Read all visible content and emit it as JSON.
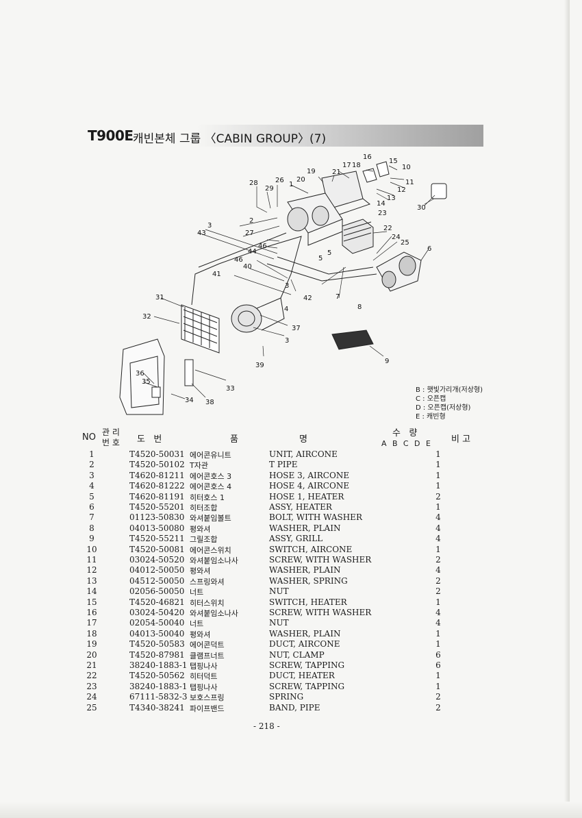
{
  "header": {
    "model": "T900E",
    "title": "캐빈본체 그룹 〈CABIN GROUP〉(7)"
  },
  "diagram": {
    "callouts": [
      "1",
      "2",
      "3",
      "3",
      "3",
      "4",
      "5",
      "5",
      "6",
      "7",
      "8",
      "9",
      "10",
      "11",
      "12",
      "13",
      "14",
      "15",
      "16",
      "17",
      "18",
      "19",
      "20",
      "21",
      "22",
      "23",
      "24",
      "25",
      "26",
      "27",
      "28",
      "29",
      "30",
      "31",
      "32",
      "33",
      "34",
      "35",
      "36",
      "37",
      "38",
      "39",
      "40",
      "41",
      "42",
      "43",
      "44",
      "46",
      "46"
    ]
  },
  "legend": [
    "B : 햇빛가리개(저상형)",
    "C : 오픈캡",
    "D : 오픈캡(저상형)",
    "E : 캐빈형"
  ],
  "table": {
    "headers": {
      "no": "NO",
      "mgmt_top": "관 리",
      "mgmt_bottom": "번 호",
      "drawing_no": "도   번",
      "part_name_1": "품",
      "part_name_2": "명",
      "qty_top": "수   량",
      "qty_letters": "ABCDE",
      "remarks": "비 고"
    },
    "rows": [
      {
        "no": "1",
        "part": "T4520-50031",
        "kr": "에어콘유니트",
        "en": "UNIT, AIRCONE",
        "qty": "1"
      },
      {
        "no": "2",
        "part": "T4520-50102",
        "kr": "T자관",
        "en": "T PIPE",
        "qty": "1"
      },
      {
        "no": "3",
        "part": "T4620-81211",
        "kr": "에어콘호스 3",
        "en": "HOSE 3, AIRCONE",
        "qty": "1"
      },
      {
        "no": "4",
        "part": "T4620-81222",
        "kr": "에어콘호스 4",
        "en": "HOSE 4, AIRCONE",
        "qty": "1"
      },
      {
        "no": "5",
        "part": "T4620-81191",
        "kr": "히터호스 1",
        "en": "HOSE 1, HEATER",
        "qty": "2"
      },
      {
        "no": "6",
        "part": "T4520-55201",
        "kr": "히터조합",
        "en": "ASSY, HEATER",
        "qty": "1"
      },
      {
        "no": "7",
        "part": "01123-50830",
        "kr": "와셔붙임볼트",
        "en": "BOLT, WITH WASHER",
        "qty": "4"
      },
      {
        "no": "8",
        "part": "04013-50080",
        "kr": "평와셔",
        "en": "WASHER, PLAIN",
        "qty": "4"
      },
      {
        "no": "9",
        "part": "T4520-55211",
        "kr": "그릴조합",
        "en": "ASSY, GRILL",
        "qty": "4"
      },
      {
        "no": "10",
        "part": "T4520-50081",
        "kr": "에어콘스위치",
        "en": "SWITCH, AIRCONE",
        "qty": "1"
      },
      {
        "no": "11",
        "part": "03024-50520",
        "kr": "와셔붙임소나사",
        "en": "SCREW, WITH WASHER",
        "qty": "2"
      },
      {
        "no": "12",
        "part": "04012-50050",
        "kr": "평와셔",
        "en": "WASHER, PLAIN",
        "qty": "4"
      },
      {
        "no": "13",
        "part": "04512-50050",
        "kr": "스프링와셔",
        "en": "WASHER, SPRING",
        "qty": "2"
      },
      {
        "no": "14",
        "part": "02056-50050",
        "kr": "너트",
        "en": "NUT",
        "qty": "2"
      },
      {
        "no": "15",
        "part": "T4520-46821",
        "kr": "히터스위치",
        "en": "SWITCH, HEATER",
        "qty": "1"
      },
      {
        "no": "16",
        "part": "03024-50420",
        "kr": "와셔붙임소나사",
        "en": "SCREW, WITH WASHER",
        "qty": "4"
      },
      {
        "no": "17",
        "part": "02054-50040",
        "kr": "너트",
        "en": "NUT",
        "qty": "4"
      },
      {
        "no": "18",
        "part": "04013-50040",
        "kr": "평와셔",
        "en": "WASHER, PLAIN",
        "qty": "1"
      },
      {
        "no": "19",
        "part": "T4520-50583",
        "kr": "에어콘덕트",
        "en": "DUCT, AIRCONE",
        "qty": "1"
      },
      {
        "no": "20",
        "part": "T4520-87981",
        "kr": "클램프너트",
        "en": "NUT, CLAMP",
        "qty": "6"
      },
      {
        "no": "21",
        "part": "38240-1883-1",
        "kr": "탭핑나사",
        "en": "SCREW, TAPPING",
        "qty": "6"
      },
      {
        "no": "22",
        "part": "T4520-50562",
        "kr": "히터덕트",
        "en": "DUCT, HEATER",
        "qty": "1"
      },
      {
        "no": "23",
        "part": "38240-1883-1",
        "kr": "탭핑나사",
        "en": "SCREW, TAPPING",
        "qty": "1"
      },
      {
        "no": "24",
        "part": "67111-5832-3",
        "kr": "보호스프링",
        "en": "SPRING",
        "qty": "2"
      },
      {
        "no": "25",
        "part": "T4340-38241",
        "kr": "파이프밴드",
        "en": "BAND, PIPE",
        "qty": "2"
      }
    ]
  },
  "footer": {
    "page": "- 218 -"
  }
}
